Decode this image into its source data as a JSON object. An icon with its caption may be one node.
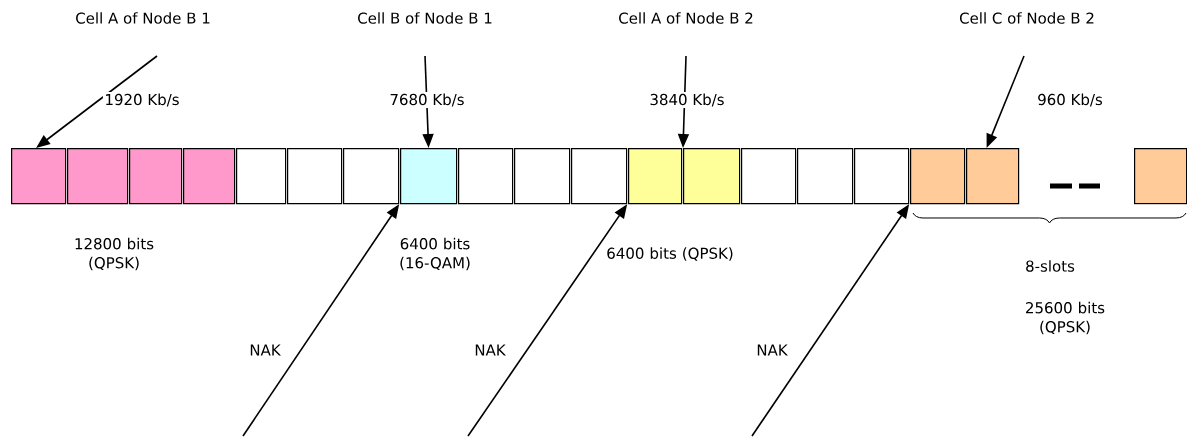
{
  "diagram": {
    "nodes": [
      {
        "text": [
          "Cell A of Node B 1"
        ]
      },
      {
        "text": [
          "Cell B of Node B 1"
        ]
      },
      {
        "text": [
          "Cell A of Node B 2"
        ]
      },
      {
        "text": [
          "Cell C of Node B 2"
        ]
      },
      {
        "text": [],
        "shape": "box"
      },
      {
        "text": [],
        "shape": "box"
      },
      {
        "text": [],
        "shape": "box"
      },
      {
        "text": [],
        "shape": "box"
      },
      {
        "text": [],
        "shape": "box"
      },
      {
        "text": [],
        "shape": "box"
      },
      {
        "text": [],
        "shape": "box"
      },
      {
        "text": [],
        "shape": "box"
      },
      {
        "text": [],
        "shape": "box"
      },
      {
        "text": [],
        "shape": "box"
      },
      {
        "text": [],
        "shape": "box"
      },
      {
        "text": [],
        "shape": "box"
      },
      {
        "text": [],
        "shape": "box"
      },
      {
        "text": [],
        "shape": "box"
      },
      {
        "text": [],
        "shape": "box"
      },
      {
        "text": [],
        "shape": "box"
      },
      {
        "text": [],
        "shape": "box"
      },
      {
        "text": [],
        "shape": "box"
      },
      {
        "text": [],
        "shape": "box"
      }
    ],
    "edges": [
      {
        "from": 0,
        "to": 4,
        "arrow": "to",
        "label": "1920 Kb/s"
      },
      {
        "from": 1,
        "to": 11,
        "arrow": "to",
        "label": "7680 Kb/s"
      },
      {
        "from": 2,
        "to": 16,
        "arrow": "to",
        "label": "3840 Kb/s"
      },
      {
        "from": 3,
        "to": 21,
        "arrow": "to",
        "label": "960 Kb/s"
      },
      {
        "from": null,
        "to": 10,
        "arrow": "to",
        "label": "NAK"
      },
      {
        "from": null,
        "to": 14,
        "arrow": "to",
        "label": "NAK"
      },
      {
        "from": null,
        "to": 19,
        "arrow": "to",
        "label": "NAK"
      }
    ],
    "labels": [
      "12800 bits (QPSK)",
      "6400 bits (16-QAM)",
      "6400 bits (QPSK)",
      "8-slots",
      "25600 bits (QPSK)"
    ]
  }
}
